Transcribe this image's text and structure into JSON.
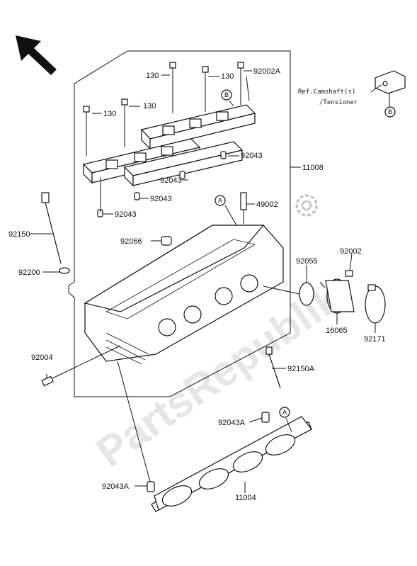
{
  "watermark": "PartsRepublik",
  "ref_note": {
    "line1": "Ref.Camshaft(s)",
    "line2": "/Tensioner"
  },
  "markers": {
    "a": "A",
    "b": "B"
  },
  "labels": {
    "l130_top_a": "130",
    "l130_top_b": "130",
    "l92002a": "92002A",
    "l130_left_a": "130",
    "l130_left_b": "130",
    "l92043_1": "92043",
    "l92043_2": "92043",
    "l92043_3": "92043",
    "l92043_4": "92043",
    "l11008": "11008",
    "l49002": "49002",
    "l92150": "92150",
    "l92200": "92200",
    "l92066": "92066",
    "l92055": "92055",
    "l92002": "92002",
    "l16065": "16065",
    "l92171": "92171",
    "l92004": "92004",
    "l92150a": "92150A",
    "l92043a_1": "92043A",
    "l92043a_2": "92043A",
    "l11004": "11004"
  },
  "icons": [
    "arrow-nw-icon",
    "gear-icon"
  ]
}
